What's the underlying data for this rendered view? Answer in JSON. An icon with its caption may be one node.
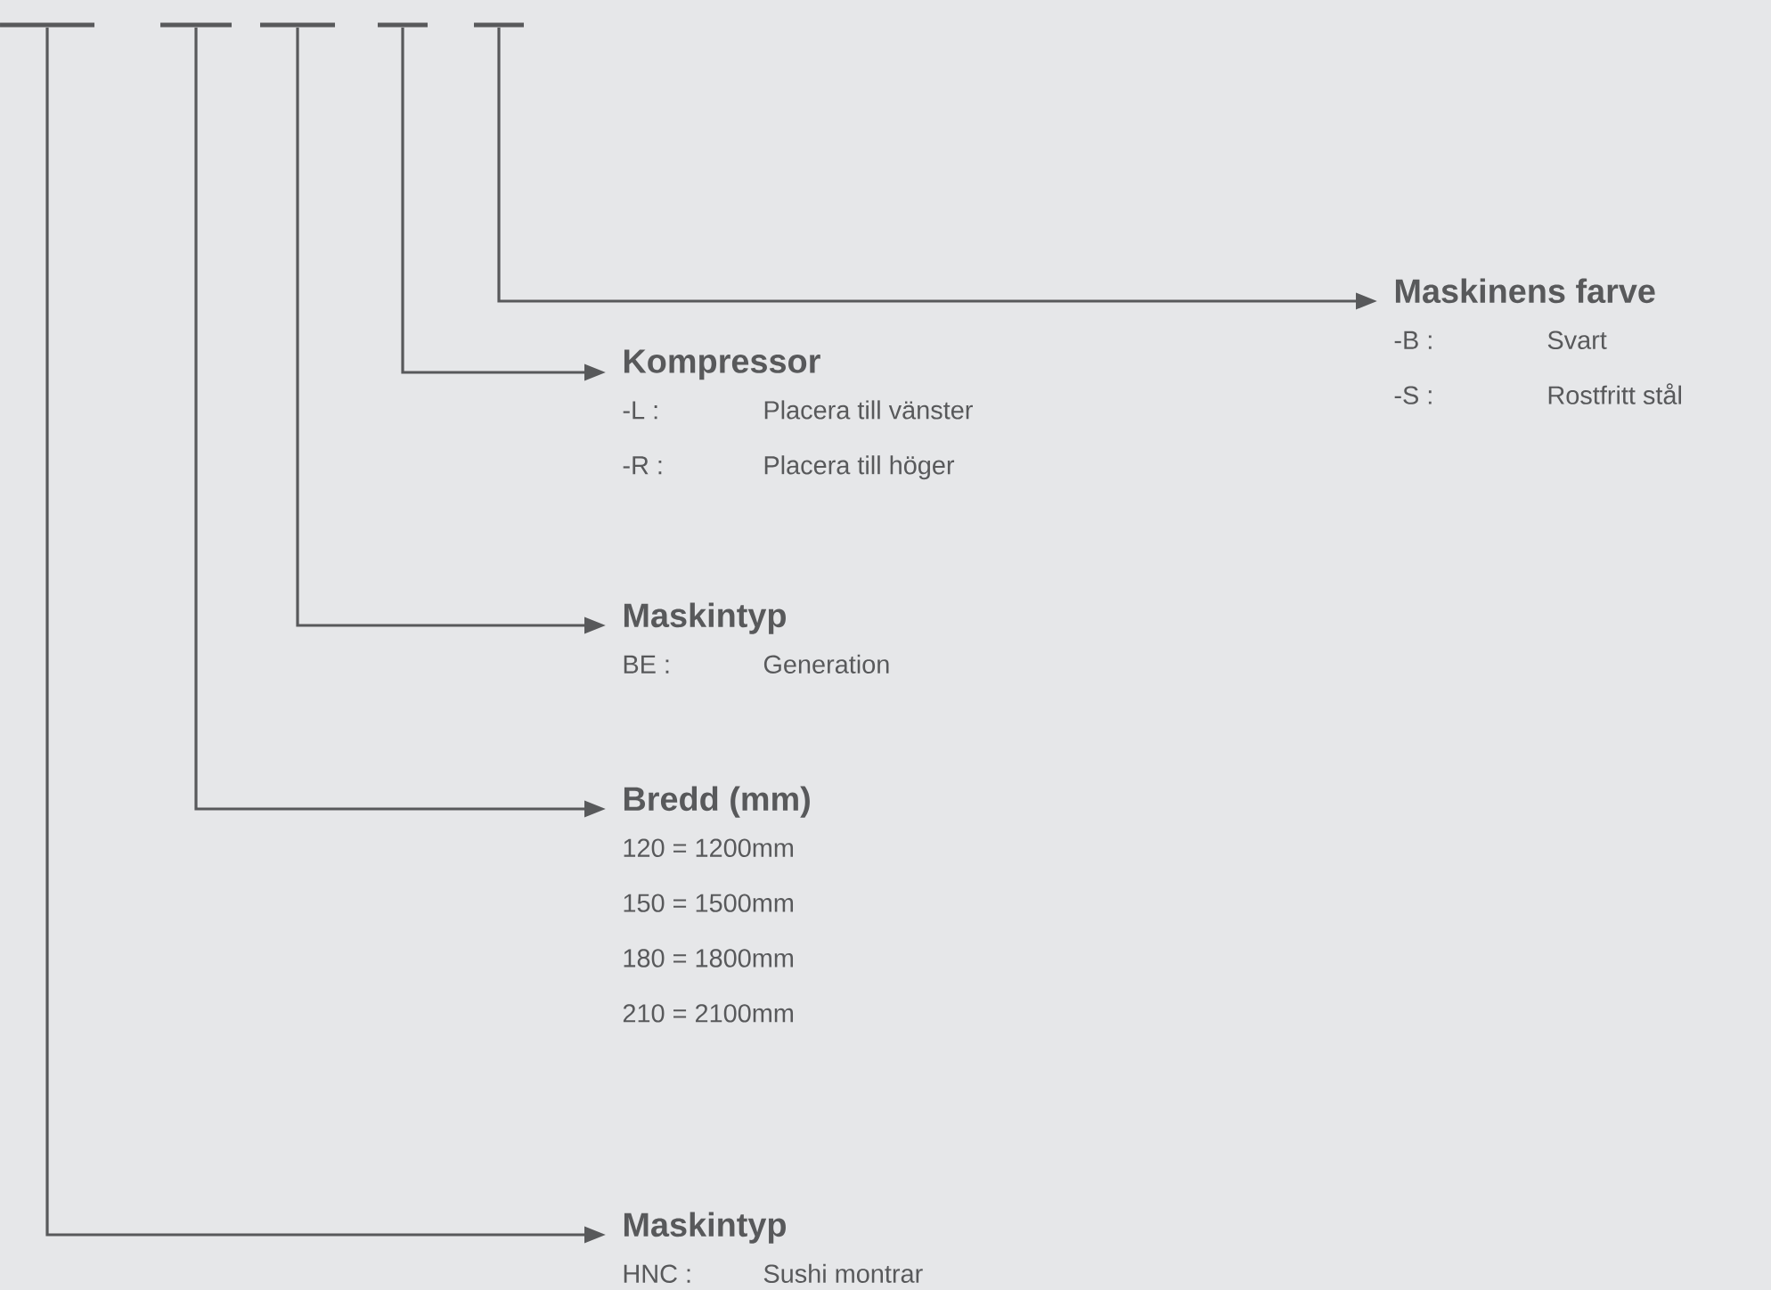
{
  "diagram": {
    "nodes": [
      {
        "text": [],
        "shape": "bar"
      },
      {
        "text": [],
        "shape": "bar"
      },
      {
        "text": [],
        "shape": "bar"
      },
      {
        "text": [],
        "shape": "bar"
      },
      {
        "text": [],
        "shape": "bar"
      },
      {
        "text": [
          "Maskinens farve",
          "-B :",
          "Svart",
          "-S :",
          "Rostfritt stål"
        ]
      },
      {
        "text": [
          "Kompressor",
          "-L :",
          "Placera till vänster",
          "-R :",
          "Placera till höger"
        ]
      },
      {
        "text": [
          "Maskintyp",
          "BE :",
          "Generation"
        ]
      },
      {
        "text": [
          "Bredd (mm)",
          "120 = 1200mm",
          "150 = 1500mm",
          "180 = 1800mm",
          "210 = 2100mm"
        ]
      },
      {
        "text": [
          "Maskintyp",
          "HNC :",
          "Sushi montrar"
        ]
      }
    ],
    "edges": [
      {
        "from": 4,
        "to": 5,
        "arrow": "to"
      },
      {
        "from": 3,
        "to": 6,
        "arrow": "to"
      },
      {
        "from": 2,
        "to": 7,
        "arrow": "to"
      },
      {
        "from": 1,
        "to": 8,
        "arrow": "to"
      },
      {
        "from": 0,
        "to": 9,
        "arrow": "to"
      }
    ]
  }
}
